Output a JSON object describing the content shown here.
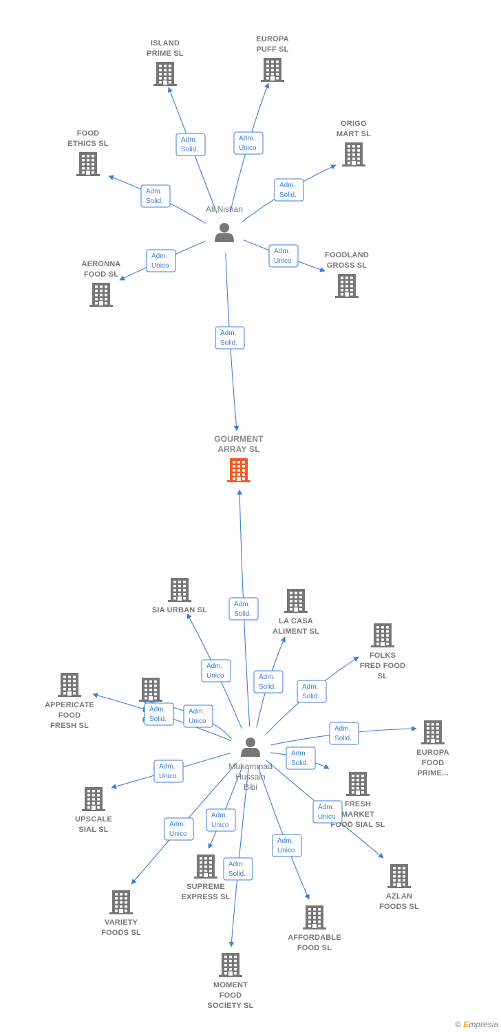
{
  "colors": {
    "edge": "#3b7dd8",
    "company": "#777777",
    "focus_company": "#f05a28",
    "person": "#777777"
  },
  "footer": {
    "copyright_symbol": "©",
    "brand_initial": "E",
    "brand_rest": "mpresia"
  },
  "people": [
    {
      "id": "ali",
      "name_lines": [
        "Ali Nishan"
      ],
      "icon": "person-icon"
    },
    {
      "id": "muhammad",
      "name_lines": [
        "Muhammad",
        "Hussain",
        "Bibi"
      ],
      "icon": "person-icon"
    }
  ],
  "companies": [
    {
      "id": "gourment",
      "name_lines": [
        "GOURMENT",
        "ARRAY  SL"
      ],
      "focus": true,
      "icon": "building-icon"
    },
    {
      "id": "island",
      "name_lines": [
        "ISLAND",
        "PRIME  SL"
      ],
      "icon": "building-icon"
    },
    {
      "id": "europa_puff",
      "name_lines": [
        "EUROPA",
        "PUFF  SL"
      ],
      "icon": "building-icon"
    },
    {
      "id": "origo",
      "name_lines": [
        "ORIGO",
        "MART  SL"
      ],
      "icon": "building-icon"
    },
    {
      "id": "food_ethics",
      "name_lines": [
        "FOOD",
        "ETHICS  SL"
      ],
      "icon": "building-icon"
    },
    {
      "id": "aeronna",
      "name_lines": [
        "AERONNA",
        "FOOD  SL"
      ],
      "icon": "building-icon"
    },
    {
      "id": "foodland",
      "name_lines": [
        "FOODLAND",
        "GROSS  SL"
      ],
      "icon": "building-icon"
    },
    {
      "id": "sia_urban",
      "name_lines": [
        "SIA URBAN  SL"
      ],
      "icon": "building-icon"
    },
    {
      "id": "la_casa",
      "name_lines": [
        "LA CASA",
        "ALIMENT  SL"
      ],
      "icon": "building-icon"
    },
    {
      "id": "folks",
      "name_lines": [
        "FOLKS",
        "FRED FOOD",
        "SL"
      ],
      "icon": "building-icon"
    },
    {
      "id": "appericate",
      "name_lines": [
        "APPERICATE",
        "FOOD",
        "FRESH  SL"
      ],
      "icon": "building-icon"
    },
    {
      "id": "fro_foo",
      "name_lines": [
        "FRO",
        "FOO"
      ],
      "icon": "building-icon"
    },
    {
      "id": "europa_food",
      "name_lines": [
        "EUROPA",
        "FOOD",
        "PRIME..."
      ],
      "icon": "building-icon"
    },
    {
      "id": "fresh_market",
      "name_lines": [
        "FRESH",
        "MARKET",
        "FOOD SIAL  SL"
      ],
      "icon": "building-icon"
    },
    {
      "id": "upscale",
      "name_lines": [
        "UPSCALE",
        "SIAL  SL"
      ],
      "icon": "building-icon"
    },
    {
      "id": "azlan",
      "name_lines": [
        "AZLAN",
        "FOODS  SL"
      ],
      "icon": "building-icon"
    },
    {
      "id": "supreme",
      "name_lines": [
        "SUPREME",
        "EXPRESS  SL"
      ],
      "icon": "building-icon"
    },
    {
      "id": "variety",
      "name_lines": [
        "VARIETY",
        "FOODS  SL"
      ],
      "icon": "building-icon"
    },
    {
      "id": "affordable",
      "name_lines": [
        "AFFORDABLE",
        "FOOD  SL"
      ],
      "icon": "building-icon"
    },
    {
      "id": "moment",
      "name_lines": [
        "MOMENT",
        "FOOD",
        "SOCIETY  SL"
      ],
      "icon": "building-icon"
    }
  ],
  "edges": [
    {
      "from": "ali",
      "to": "island",
      "label_lines": [
        "Adm.",
        "Solid."
      ]
    },
    {
      "from": "ali",
      "to": "europa_puff",
      "label_lines": [
        "Adm.",
        "Unico"
      ]
    },
    {
      "from": "ali",
      "to": "origo",
      "label_lines": [
        "Adm.",
        "Solid."
      ]
    },
    {
      "from": "ali",
      "to": "food_ethics",
      "label_lines": [
        "Adm.",
        "Solid."
      ]
    },
    {
      "from": "ali",
      "to": "aeronna",
      "label_lines": [
        "Adm.",
        "Unico"
      ]
    },
    {
      "from": "ali",
      "to": "foodland",
      "label_lines": [
        "Adm.",
        "Unico"
      ]
    },
    {
      "from": "ali",
      "to": "gourment",
      "label_lines": [
        "Adm.",
        "Solid."
      ]
    },
    {
      "from": "muhammad",
      "to": "gourment",
      "label_lines": [
        "Adm.",
        "Solid."
      ]
    },
    {
      "from": "muhammad",
      "to": "sia_urban",
      "label_lines": [
        "Adm.",
        "Unico"
      ]
    },
    {
      "from": "muhammad",
      "to": "la_casa",
      "label_lines": [
        "Adm.",
        "Solid."
      ]
    },
    {
      "from": "muhammad",
      "to": "folks",
      "label_lines": [
        "Adm.",
        "Solid."
      ]
    },
    {
      "from": "muhammad",
      "to": "appericate",
      "label_lines": [
        "Adm.",
        "Solid."
      ]
    },
    {
      "from": "muhammad",
      "to": "fro_foo",
      "label_lines": [
        "Adm.",
        "Unico"
      ]
    },
    {
      "from": "muhammad",
      "to": "europa_food",
      "label_lines": [
        "Adm.",
        "Solid."
      ]
    },
    {
      "from": "muhammad",
      "to": "fresh_market",
      "label_lines": [
        "Adm.",
        "Solid."
      ]
    },
    {
      "from": "muhammad",
      "to": "upscale",
      "label_lines": [
        "Adm.",
        "Unico"
      ]
    },
    {
      "from": "muhammad",
      "to": "azlan",
      "label_lines": [
        "Adm.",
        "Unico"
      ]
    },
    {
      "from": "muhammad",
      "to": "supreme",
      "label_lines": [
        "Adm.",
        "Unico"
      ]
    },
    {
      "from": "muhammad",
      "to": "variety",
      "label_lines": [
        "Adm.",
        "Unico"
      ]
    },
    {
      "from": "muhammad",
      "to": "affordable",
      "label_lines": [
        "Adm.",
        "Unico"
      ]
    },
    {
      "from": "muhammad",
      "to": "moment",
      "label_lines": [
        "Adm.",
        "Solid."
      ]
    }
  ]
}
